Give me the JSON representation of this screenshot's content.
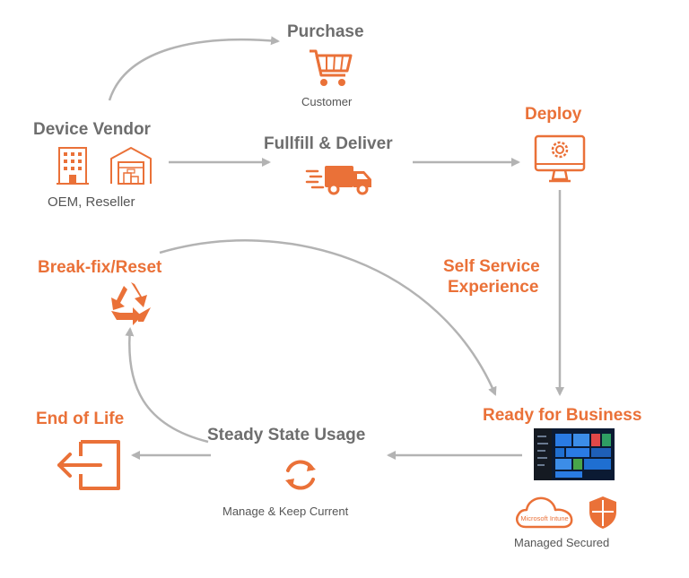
{
  "colors": {
    "orange": "#ea7138",
    "grey": "#6e6e6e",
    "arrow": "#b3b3b3"
  },
  "nodes": {
    "purchase": {
      "title": "Purchase",
      "sub": "Customer",
      "icon": "shopping-cart-icon"
    },
    "vendor": {
      "title": "Device Vendor",
      "sub": "OEM, Reseller",
      "icons": [
        "office-building-icon",
        "warehouse-icon"
      ]
    },
    "fulfill": {
      "title": "Fullfill & Deliver",
      "icon": "delivery-truck-icon"
    },
    "deploy": {
      "title": "Deploy",
      "icon": "monitor-gear-icon"
    },
    "self_service": {
      "line1": "Self Service",
      "line2": "Experience"
    },
    "ready": {
      "title": "Ready for Business",
      "sub": "Managed Secured",
      "cloud_label": "Microsoft Intune",
      "icons": [
        "windows-start-screen-icon",
        "cloud-icon",
        "shield-icon"
      ]
    },
    "steady": {
      "title": "Steady State Usage",
      "sub": "Manage & Keep Current",
      "icon": "refresh-icon"
    },
    "breakfix": {
      "title": "Break-fix/Reset",
      "icon": "recycle-icon"
    },
    "eol": {
      "title": "End of Life",
      "icon": "exit-icon"
    }
  }
}
